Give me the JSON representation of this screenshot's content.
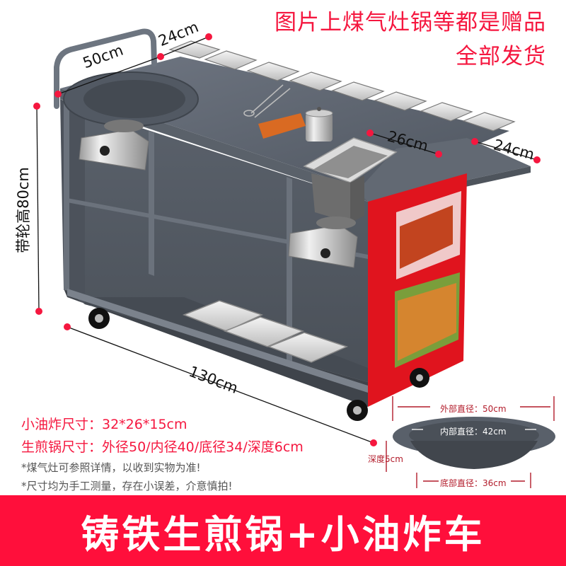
{
  "promo": {
    "line1": "图片上煤气灶锅等都是赠品",
    "line2": "全部发货"
  },
  "dimensions": {
    "handle_width": "50cm",
    "tray_depth_top": "24cm",
    "fryer_width": "26cm",
    "side_shelf": "24cm",
    "height_with_wheels": "带轮高80cm",
    "length": "130cm"
  },
  "specs": {
    "fryer_size": "小油炸尺寸：32*26*15cm",
    "pan_size": "生煎锅尺寸：外径50/内径40/底径34/深度6cm"
  },
  "notes": [
    "*煤气灶可参照详情，以收到实物为准!",
    "*尺寸均为手工测量，存在小误差，介意慎拍!"
  ],
  "pan_inset": {
    "outer_diameter": "外部直径：50cm",
    "inner_diameter": "内部直径：42cm",
    "bottom_diameter": "底部直径：36cm",
    "depth": "深度5cm"
  },
  "banner": {
    "title": "铸铁生煎锅+小油炸车"
  },
  "colors": {
    "accent_red": "#f5173f",
    "banner_red": "#ff0f3b",
    "cart_gray": "#5f6670",
    "panel_red": "#e0141e"
  }
}
